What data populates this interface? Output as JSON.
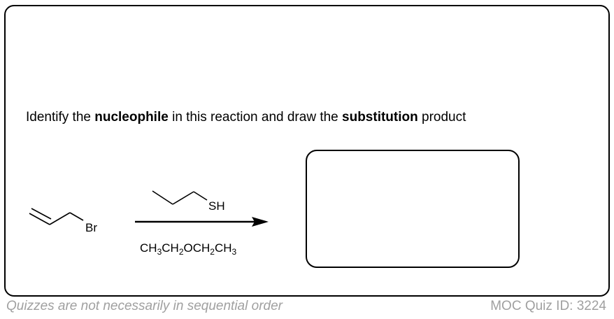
{
  "question": {
    "part1": "Identify the ",
    "bold1": "nucleophile",
    "part2": " in this reaction and draw the ",
    "bold2": "substitution",
    "part3": " product"
  },
  "reaction": {
    "substrate_label": "Br",
    "reagent_label": "SH",
    "solvent": {
      "a": "CH",
      "b": "3",
      "c": "CH",
      "d": "2",
      "e": "OCH",
      "f": "2",
      "g": "CH",
      "h": "3"
    }
  },
  "footer": {
    "note": "Quizzes are not necessarily in sequential order",
    "quiz_id": "MOC Quiz ID: 3224"
  }
}
